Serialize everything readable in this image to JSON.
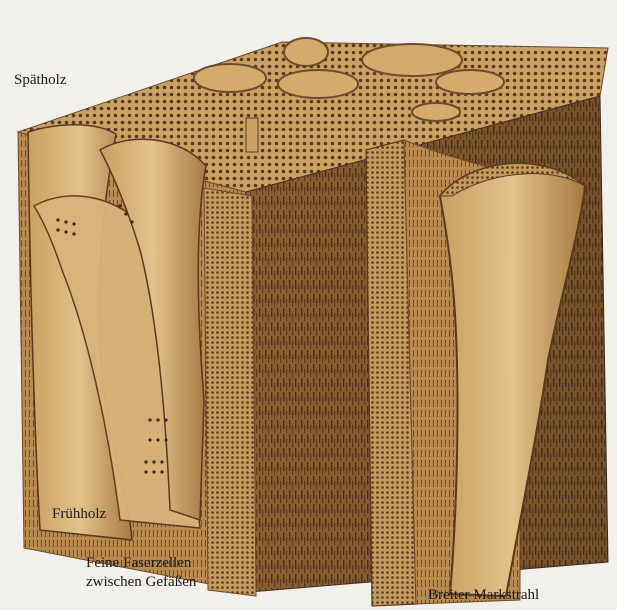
{
  "labels": {
    "latewood": "Spätholz",
    "earlywood": "Frühholz",
    "fiber_line1": "Feine Faserzellen",
    "fiber_line2": "zwischen Gefäßen",
    "ray": "Breiter Markstrahl"
  },
  "colors": {
    "background": "#f2f0ec",
    "wood_light": "#d9b476",
    "wood_mid": "#b98a4a",
    "wood_dark": "#6e4b2a",
    "wood_shadow": "#4a301a",
    "vessel_inner": "#c69a5a",
    "text": "#1e1a16"
  }
}
